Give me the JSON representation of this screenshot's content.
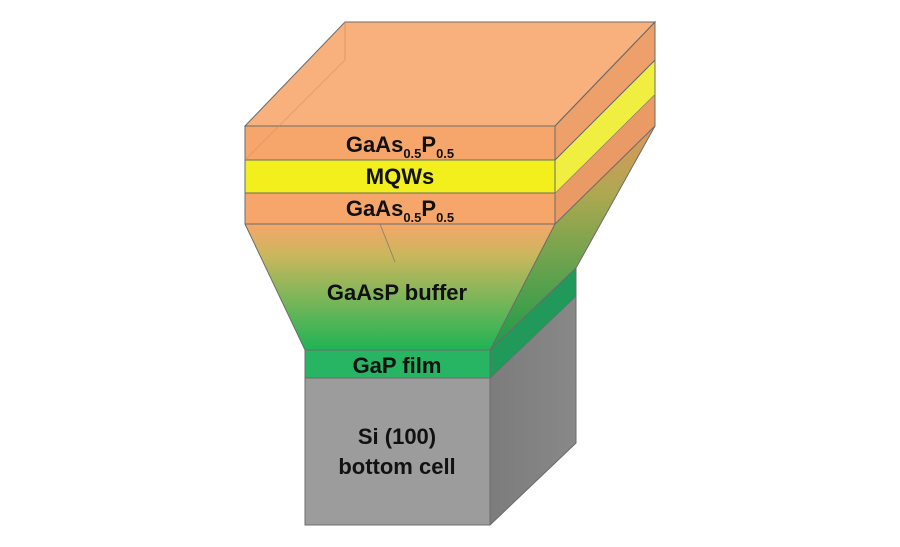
{
  "diagram": {
    "layers": {
      "top_gaasp": {
        "base": "GaAs",
        "sub1": "0.5",
        "mid": "P",
        "sub2": "0.5"
      },
      "mqws": {
        "label": "MQWs"
      },
      "lower_gaasp": {
        "base": "GaAs",
        "sub1": "0.5",
        "mid": "P",
        "sub2": "0.5"
      },
      "buffer": {
        "label": "GaAsP buffer"
      },
      "gap_film": {
        "label": "GaP film"
      },
      "substrate": {
        "line1": "Si (100)",
        "line2": "bottom cell"
      }
    },
    "colors": {
      "gaasp": "#f6a66a",
      "mqws": "#f2ef1c",
      "buffer_green": "#1fb455",
      "gap_film": "#27b463",
      "si": "#9a9a9a"
    }
  }
}
